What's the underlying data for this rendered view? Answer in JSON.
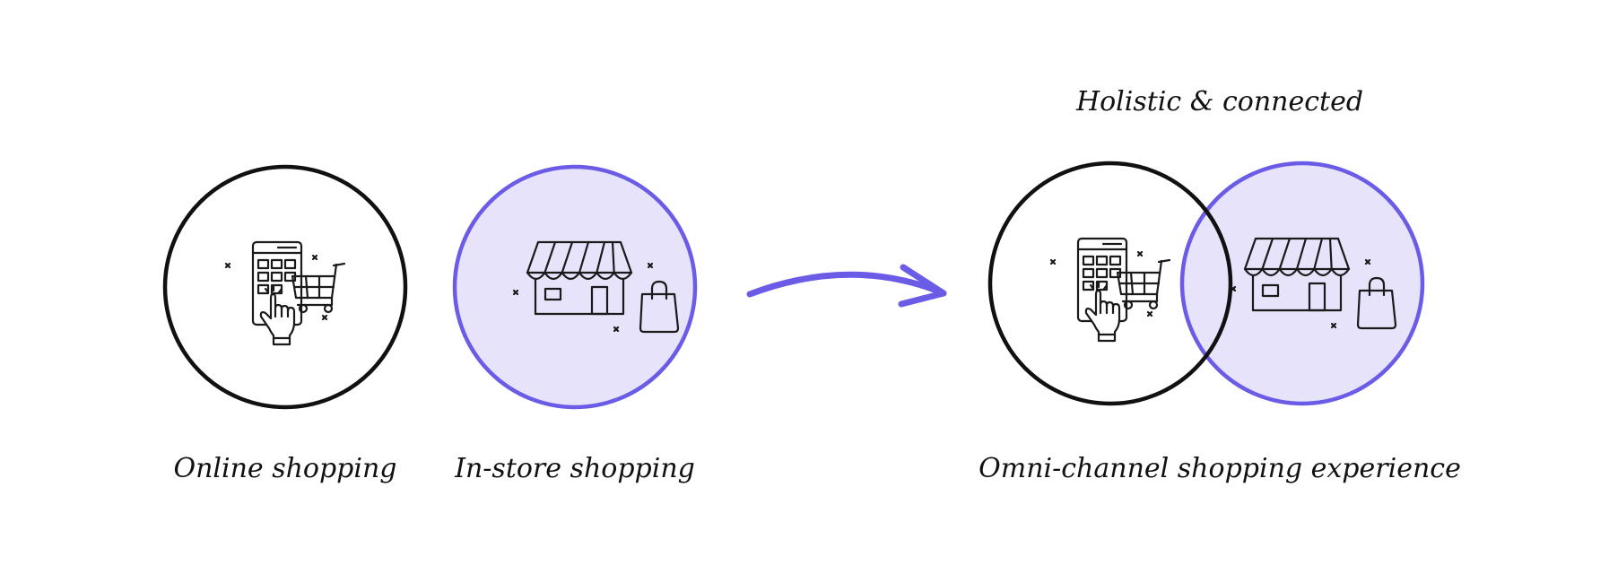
{
  "labels": {
    "online": "Online shopping",
    "instore": "In-store shopping",
    "omni": "Omni-channel shopping experience",
    "omni_caption": "Holistic & connected"
  },
  "icons": {
    "online": "mobile-shopping-cart-icon",
    "instore": "storefront-shopping-bag-icon",
    "transition": "curved-arrow-icon"
  },
  "colors": {
    "online_stroke": "#111111",
    "instore_stroke": "#6b5ce7",
    "instore_fill": "#e6e3fb",
    "arrow": "#6b5ce7"
  }
}
